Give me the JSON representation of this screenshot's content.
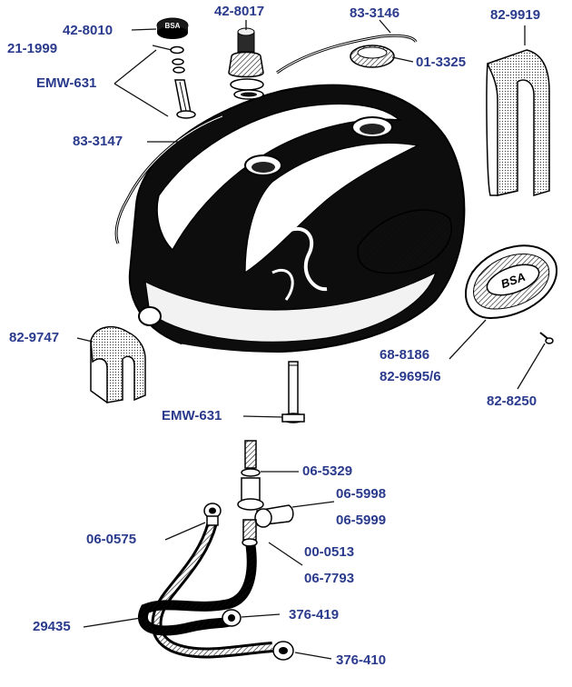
{
  "colors": {
    "label": "#2a3a8c",
    "ink": "#111111",
    "paper": "#ffffff"
  },
  "labels": {
    "l42_8010": "42-8010",
    "l21_1999": "21-1999",
    "emw631_top": "EMW-631",
    "l42_8017": "42-8017",
    "l83_3146": "83-3146",
    "l01_3325": "01-3325",
    "l82_9919": "82-9919",
    "l83_3147": "83-3147",
    "l82_9747": "82-9747",
    "l68_8186": "68-8186",
    "l82_9695": "82-9695/6",
    "l82_8250": "82-8250",
    "emw631_bolt": "EMW-631",
    "l06_5329": "06-5329",
    "l06_5998": "06-5998",
    "l06_5999": "06-5999",
    "l06_0575": "06-0575",
    "l00_0513": "00-0513",
    "l06_7793": "06-7793",
    "l29435": "29435",
    "l376_419": "376-419",
    "l376_410": "376-410"
  },
  "parts": {
    "cap_logo": "BSA",
    "badge_logo": "BSA"
  }
}
